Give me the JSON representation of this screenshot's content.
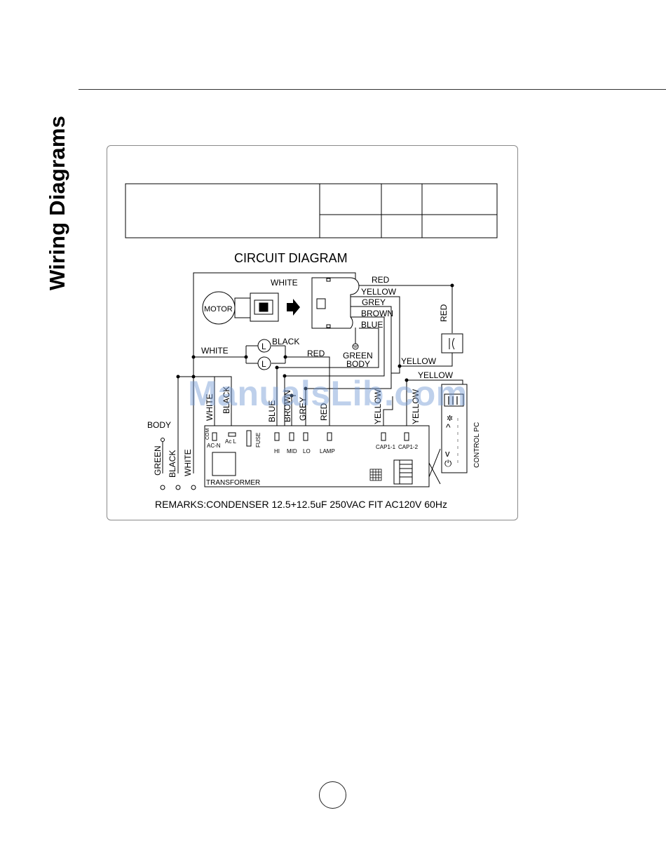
{
  "page": {
    "section_title": "Wiring Diagrams",
    "watermark": "ManualsLib.com"
  },
  "diagram": {
    "title": "CIRCUIT DIAGRAM",
    "remarks": "REMARKS:CONDENSER 12.5+12.5uF 250VAC FIT AC120V 60Hz",
    "components": {
      "motor": "MOTOR",
      "lamp_symbol": "L",
      "ground_label": "GREEN",
      "ground_label_2": "BODY",
      "body_label": "BODY",
      "control_pc": "CONTROL PC",
      "transformer": "TRANSFORMER",
      "fuse": "FUSE",
      "com": "COM",
      "ac_n": "AC-N",
      "ac_l": "Ac L"
    },
    "wire_labels": {
      "red_top": "RED",
      "yellow_1": "YELLOW",
      "grey": "GREY",
      "brown": "BROWN",
      "blue": "BLUE",
      "white_top": "WHITE",
      "black_lamp": "BLACK",
      "white_lamp": "WHITE",
      "red_lamp": "RED",
      "red_vertical": "RED",
      "yellow_2": "YELLOW",
      "yellow_3": "YELLOW"
    },
    "vertical_wire_labels": [
      "WHITE",
      "BLACK",
      "BLUE",
      "BROWN",
      "GREY",
      "RED",
      "YELLOW",
      "YELLOW"
    ],
    "left_leads": [
      "GREEN",
      "BLACK",
      "WHITE"
    ],
    "terminals": [
      "HI",
      "MID",
      "LO",
      "LAMP",
      "CAP1-1",
      "CAP1-2"
    ]
  }
}
